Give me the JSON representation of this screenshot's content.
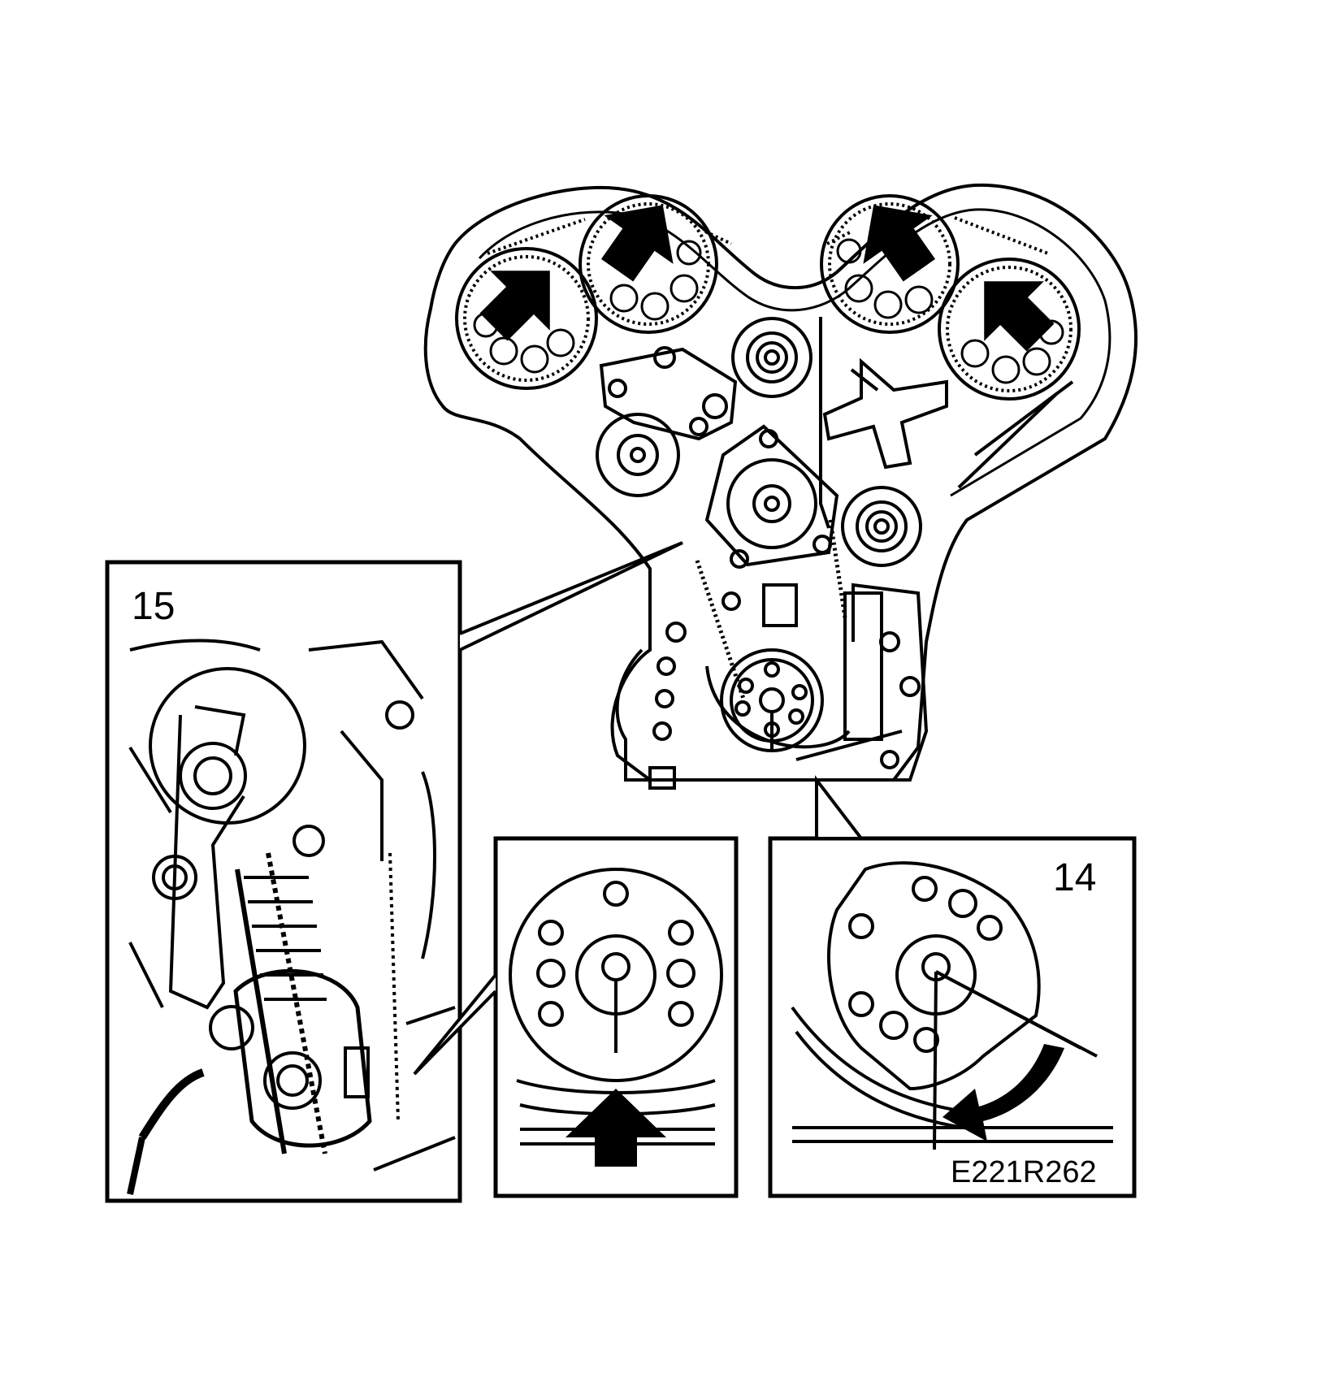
{
  "figure": {
    "callout_15": "15",
    "callout_14": "14",
    "figure_code": "E221R262"
  },
  "colors": {
    "ink": "#000000",
    "paper": "#ffffff"
  }
}
